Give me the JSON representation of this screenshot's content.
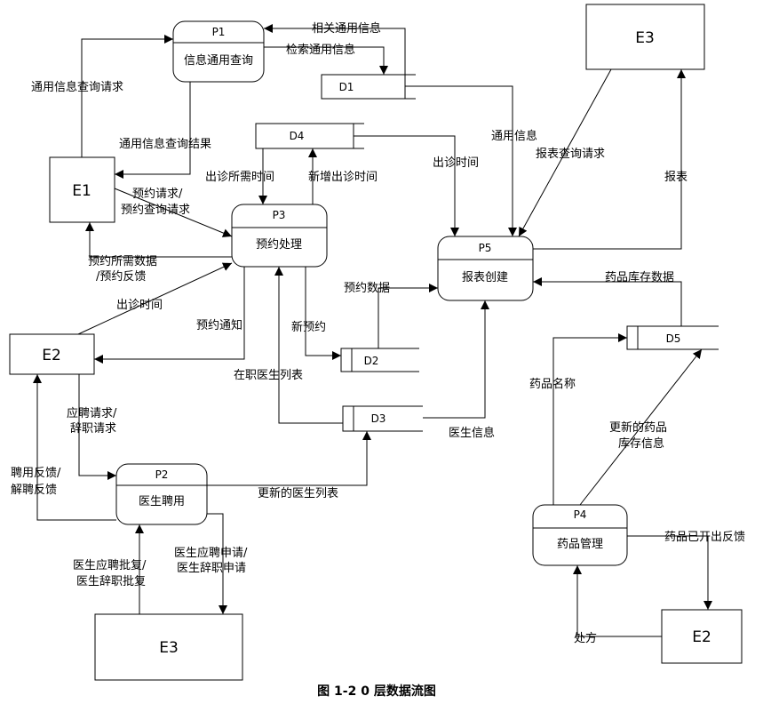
{
  "processes": {
    "p1": {
      "id": "P1",
      "name": "信息通用查询"
    },
    "p2": {
      "id": "P2",
      "name": "医生聘用"
    },
    "p3": {
      "id": "P3",
      "name": "预约处理"
    },
    "p4": {
      "id": "P4",
      "name": "药品管理"
    },
    "p5": {
      "id": "P5",
      "name": "报表创建"
    }
  },
  "stores": {
    "d1": "D1",
    "d2": "D2",
    "d3": "D3",
    "d4": "D4",
    "d5": "D5"
  },
  "entities": {
    "e1": "E1",
    "e2_left": "E2",
    "e2_right": "E2",
    "e3_top": "E3",
    "e3_bottom": "E3"
  },
  "flows": {
    "related_general_info": "相关通用信息",
    "search_general_info": "检索通用信息",
    "general_query_request": "通用信息查询请求",
    "general_query_result": "通用信息查询结果",
    "general_info": "通用信息",
    "report_query_request": "报表查询请求",
    "report": "报表",
    "visit_time_needed": "出诊所需时间",
    "new_visit_time": "新增出诊时间",
    "visit_time_d4": "出诊时间",
    "appointment_request_1": "预约请求/",
    "appointment_request_2": "预约查询请求",
    "appointment_data_needed_1": "预约所需数据",
    "appointment_data_needed_2": "/预约反馈",
    "visit_time_e2": "出诊时间",
    "appointment_notice": "预约通知",
    "new_appointment": "新预约",
    "appointment_data": "预约数据",
    "drug_stock_data": "药品库存数据",
    "drug_name": "药品名称",
    "updated_stock_1": "更新的药品",
    "updated_stock_2": "库存信息",
    "active_doctor_list": "在职医生列表",
    "doctor_info": "医生信息",
    "apply_request_1": "应聘请求/",
    "apply_request_2": "辞职请求",
    "hire_feedback_1": "聘用反馈/",
    "hire_feedback_2": "解聘反馈",
    "updated_doctor_list": "更新的医生列表",
    "doctor_approval_1": "医生应聘批复/",
    "doctor_approval_2": "医生辞职批复",
    "doctor_apply_1": "医生应聘申请/",
    "doctor_apply_2": "医生辞职申请",
    "drug_feedback": "药品已开出反馈",
    "prescription": "处方"
  },
  "caption": "图 1-2    0 层数据流图"
}
